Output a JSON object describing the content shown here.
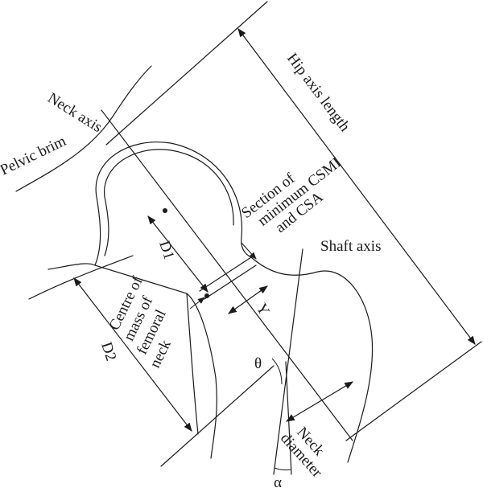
{
  "labels": {
    "neck_axis": "Neck axis",
    "pelvic_brim": "Pelvic brim",
    "hip_axis_length": "Hip axis length",
    "section_line1": "Section of",
    "section_line2": "minimum CSMI",
    "section_line3": "and CSA",
    "shaft_axis": "Shaft axis",
    "d1": "D1",
    "d2": "D2",
    "y": "Y",
    "centre_line1": "Centre of",
    "centre_line2": "mass of",
    "centre_line3": "femoral",
    "centre_line4": "neck",
    "theta": "θ",
    "alpha": "α",
    "neck_line1": "Neck",
    "neck_line2": "diameter"
  },
  "colors": {
    "ink": "#1a1a1a",
    "background": "#ffffff"
  }
}
